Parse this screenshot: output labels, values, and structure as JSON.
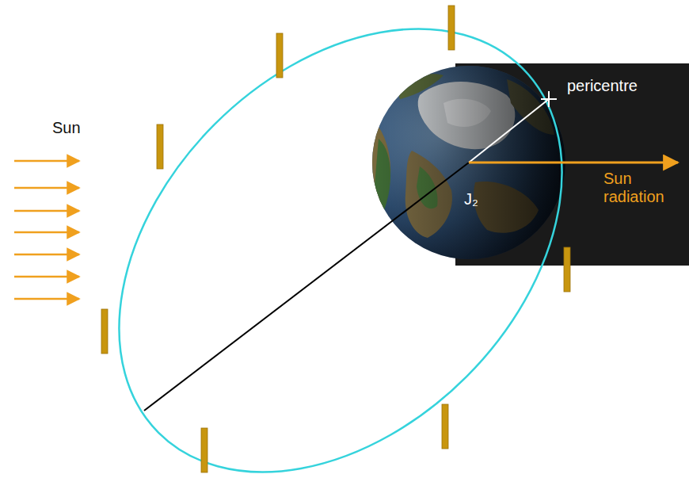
{
  "diagram": {
    "labels": [
      "Sun",
      "pericentre",
      "Sun radiation",
      "J₂"
    ]
  }
}
